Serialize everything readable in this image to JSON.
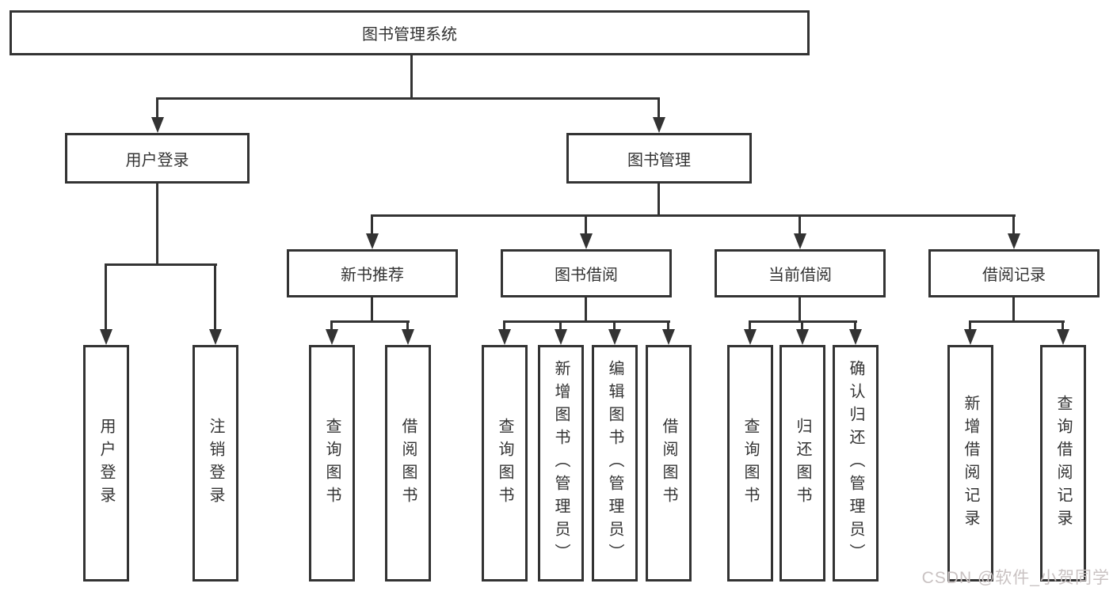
{
  "tree": {
    "label": "图书管理系统",
    "children": [
      {
        "label": "用户登录",
        "children": [
          {
            "label": "用户登录"
          },
          {
            "label": "注销登录"
          }
        ]
      },
      {
        "label": "图书管理",
        "children": [
          {
            "label": "新书推荐",
            "children": [
              {
                "label": "查询图书"
              },
              {
                "label": "借阅图书"
              }
            ]
          },
          {
            "label": "图书借阅",
            "children": [
              {
                "label": "查询图书"
              },
              {
                "label": "新增图书（管理员）"
              },
              {
                "label": "编辑图书（管理员）"
              },
              {
                "label": "借阅图书"
              }
            ]
          },
          {
            "label": "当前借阅",
            "children": [
              {
                "label": "查询图书"
              },
              {
                "label": "归还图书"
              },
              {
                "label": "确认归还（管理员）"
              }
            ]
          },
          {
            "label": "借阅记录",
            "children": [
              {
                "label": "新增借阅记录"
              },
              {
                "label": "查询借阅记录"
              }
            ]
          }
        ]
      }
    ]
  },
  "watermark": {
    "text": "CSDN @软件_小贺同学"
  },
  "colors": {
    "line": "#333333",
    "text": "#333333",
    "box_fill": "#ffffff",
    "background": "#ffffff",
    "watermark": "#c9c2c2"
  }
}
